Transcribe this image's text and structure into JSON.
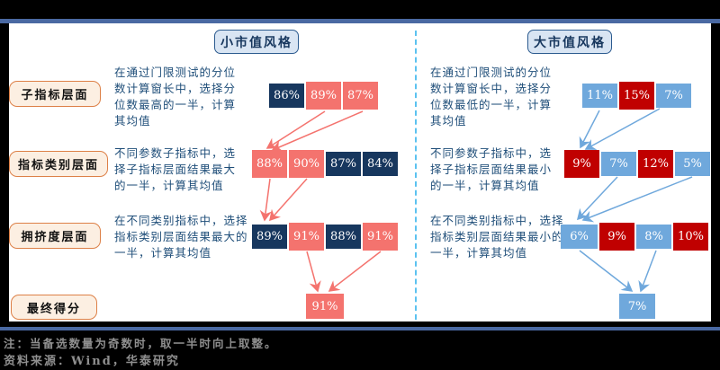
{
  "figure": {
    "row_labels": [
      "子指标层面",
      "指标类别层面",
      "拥挤度层面",
      "最终得分"
    ],
    "panels": [
      {
        "id": "small_cap",
        "title": "小市值风格",
        "descriptions": [
          "在通过门限测试的分位\n数计算窗长中，选择分\n位数最高的一半，计算\n其均值",
          "不同参数子指标中，选\n择子指标层面结果最大\n的一半，计算其均值",
          "在不同类别指标中，选择\n指标类别层面结果最大的\n一半，计算其均值"
        ],
        "rows": [
          {
            "cells": [
              {
                "value": "86%",
                "color": "#17375e"
              },
              {
                "value": "89%",
                "color": "#f4736e"
              },
              {
                "value": "87%",
                "color": "#f4736e"
              }
            ]
          },
          {
            "cells": [
              {
                "value": "88%",
                "color": "#f4736e"
              },
              {
                "value": "90%",
                "color": "#f4736e"
              },
              {
                "value": "87%",
                "color": "#17375e"
              },
              {
                "value": "84%",
                "color": "#17375e"
              }
            ]
          },
          {
            "cells": [
              {
                "value": "89%",
                "color": "#17375e"
              },
              {
                "value": "91%",
                "color": "#f4736e"
              },
              {
                "value": "88%",
                "color": "#17375e"
              },
              {
                "value": "91%",
                "color": "#f4736e"
              }
            ]
          }
        ],
        "final": {
          "value": "91%",
          "color": "#f4736e"
        }
      },
      {
        "id": "large_cap",
        "title": "大市值风格",
        "descriptions": [
          "在通过门限测试的分位\n数计算窗长中，选择分\n位数最低的一半，计算\n其均值",
          "不同参数子指标中，选\n择子指标层面结果最小\n的一半，计算其均值",
          "在不同类别指标中，选择\n指标类别层面结果最小的\n一半，计算其均值"
        ],
        "rows": [
          {
            "cells": [
              {
                "value": "11%",
                "color": "#6fa8dc"
              },
              {
                "value": "15%",
                "color": "#c00000"
              },
              {
                "value": "7%",
                "color": "#6fa8dc"
              }
            ]
          },
          {
            "cells": [
              {
                "value": "9%",
                "color": "#c00000"
              },
              {
                "value": "7%",
                "color": "#6fa8dc"
              },
              {
                "value": "12%",
                "color": "#c00000"
              },
              {
                "value": "5%",
                "color": "#6fa8dc"
              }
            ]
          },
          {
            "cells": [
              {
                "value": "6%",
                "color": "#6fa8dc"
              },
              {
                "value": "9%",
                "color": "#c00000"
              },
              {
                "value": "8%",
                "color": "#6fa8dc"
              },
              {
                "value": "10%",
                "color": "#c00000"
              }
            ]
          }
        ],
        "final": {
          "value": "7%",
          "color": "#6fa8dc"
        }
      }
    ],
    "colors": {
      "small_cap_selected": "#f4736e",
      "small_cap_unselected": "#17375e",
      "large_cap_selected": "#6fa8dc",
      "large_cap_unselected": "#c00000",
      "divider": "#5bc2f0",
      "rule": "#4a69a2",
      "label_border": "#dd8047",
      "label_fill": "#fcefe2",
      "title_fill": "#d9e5f3"
    }
  },
  "notes": {
    "note": "注：当备选数量为奇数时，取一半时向上取整。",
    "source": "资料来源：Wind，华泰研究"
  }
}
